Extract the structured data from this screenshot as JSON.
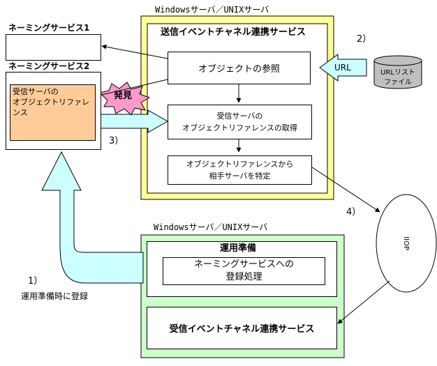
{
  "server_label_top": "Windowsサーバ／UNIXサーバ",
  "server_label_bottom": "Windowsサーバ／UNIXサーバ",
  "naming1_title": "ネーミングサービス1",
  "naming2_title": "ネーミングサービス2",
  "receiver_ref_text": "受信サーバの\nオブジェクトリファレンス",
  "discover_label": "発見",
  "send_service_title": "送信イベントチャネル連携サービス",
  "object_ref_text": "オブジェクトの参照",
  "get_ref_text": "受信サーバの\nオブジェクトリファレンスの取得",
  "identify_text": "オブジェクトリファレンスから\n相手サーバを特定",
  "url_label": "URL",
  "url_file_text": "URLリスト\nファイル",
  "iiop_label": "IIOP",
  "step1_num": "1）",
  "step1_text": "運用準備時に登録",
  "step2_num": "2）",
  "step3_num": "3）",
  "step4_num": "4）",
  "prep_title": "運用準備",
  "prep_text": "ネーミングサービスへの\n登録処理",
  "recv_service_text": "受信イベントチャネル連携サービス",
  "colors": {
    "yellow_fill": "#ffff99",
    "green_fill": "#ccffcc",
    "cyan_fill": "#ccffff",
    "orange_fill": "#ffcc99",
    "pink_fill": "#ff99cc",
    "cylinder_fill": "#c0c0c0"
  }
}
